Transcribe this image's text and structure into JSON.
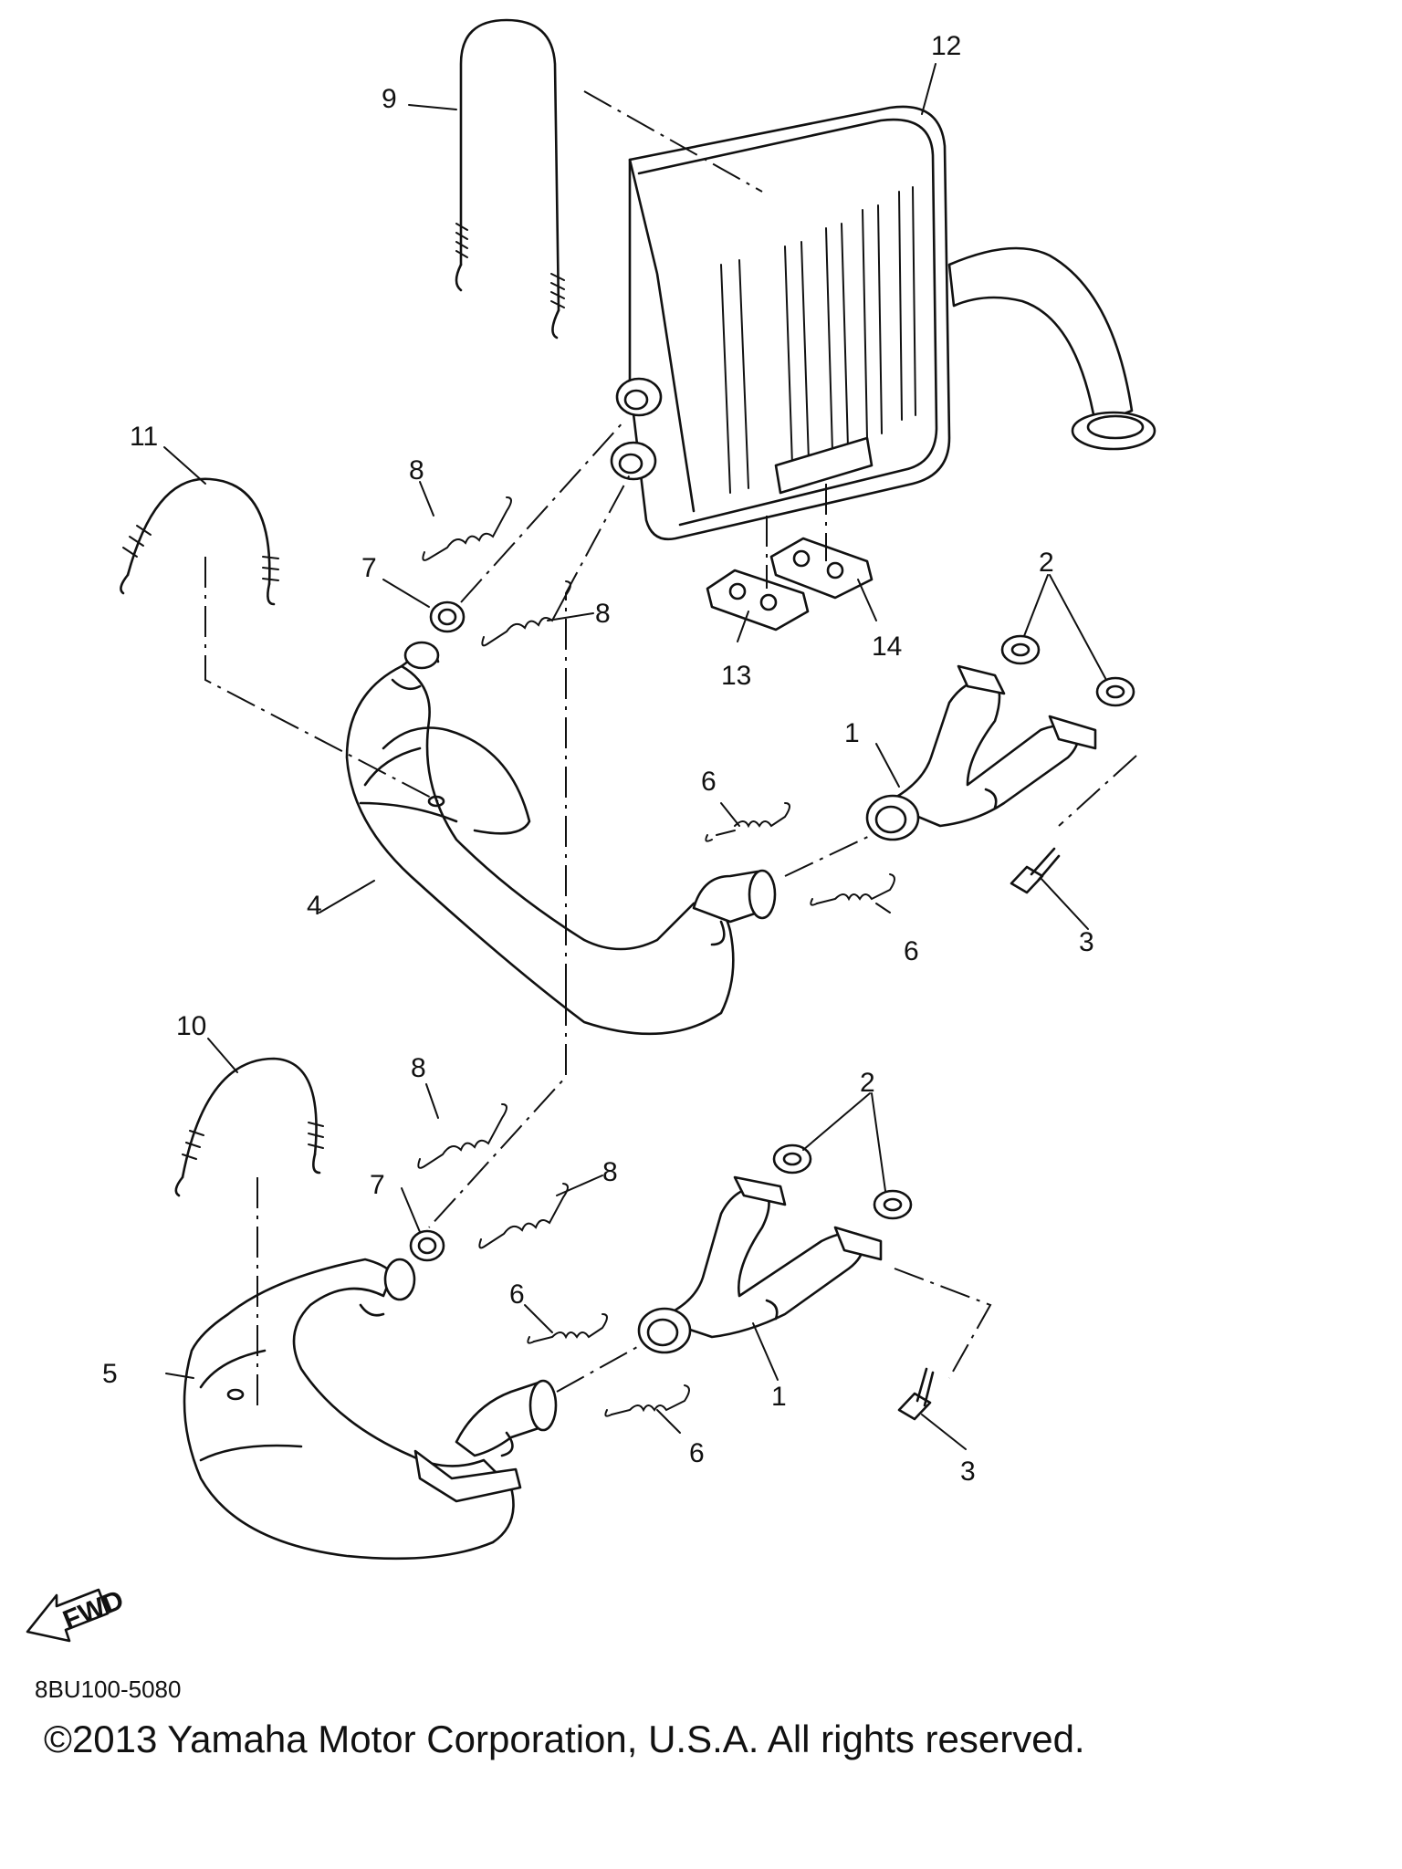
{
  "callouts": {
    "c1a": "1",
    "c1b": "1",
    "c2a": "2",
    "c2b": "2",
    "c3a": "3",
    "c3b": "3",
    "c4": "4",
    "c5": "5",
    "c6a": "6",
    "c6b": "6",
    "c6c": "6",
    "c6d": "6",
    "c7a": "7",
    "c7b": "7",
    "c8a": "8",
    "c8b": "8",
    "c8c": "8",
    "c8d": "8",
    "c9": "9",
    "c10": "10",
    "c11": "11",
    "c12": "12",
    "c13": "13",
    "c14": "14"
  },
  "fwd_label": "FWD",
  "diagram_code": "8BU100-5080",
  "copyright": "©2013 Yamaha Motor Corporation, U.S.A. All rights reserved."
}
